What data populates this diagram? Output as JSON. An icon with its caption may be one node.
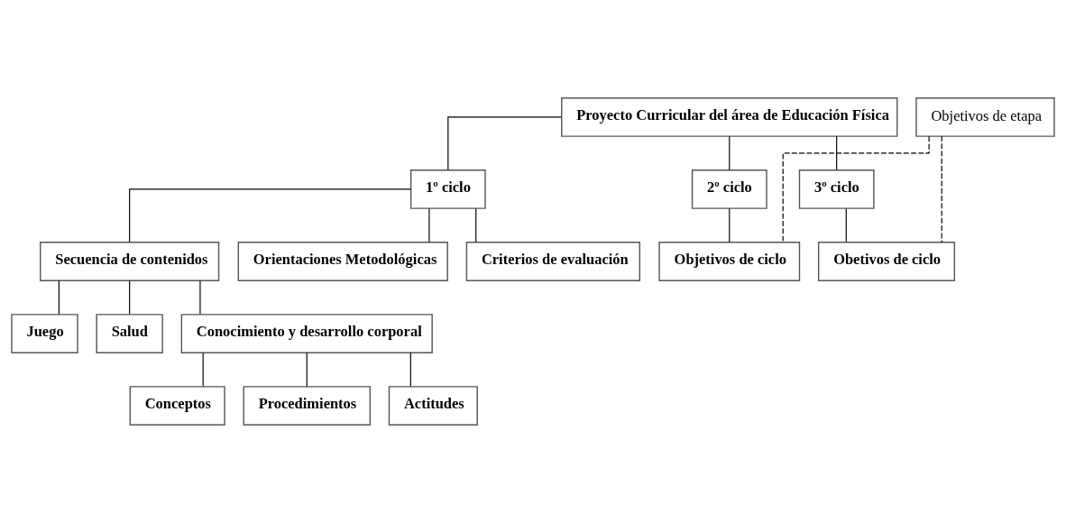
{
  "diagram": {
    "nodes": [
      {
        "text": [
          "Proyecto Curricular del área de Educación Física"
        ]
      },
      {
        "text": [
          "Objetivos de etapa"
        ]
      },
      {
        "text": [
          "1º ciclo"
        ]
      },
      {
        "text": [
          "2º ciclo"
        ]
      },
      {
        "text": [
          "3º ciclo"
        ]
      },
      {
        "text": [
          "Secuencia de contenidos"
        ]
      },
      {
        "text": [
          "Orientaciones Metodológicas"
        ]
      },
      {
        "text": [
          "Criterios de evaluación"
        ]
      },
      {
        "text": [
          "Objetivos de ciclo"
        ]
      },
      {
        "text": [
          "Obetivos de ciclo"
        ]
      },
      {
        "text": [
          "Juego"
        ]
      },
      {
        "text": [
          "Salud"
        ]
      },
      {
        "text": [
          "Conocimiento y desarrollo corporal"
        ]
      },
      {
        "text": [
          "Conceptos"
        ]
      },
      {
        "text": [
          "Procedimientos"
        ]
      },
      {
        "text": [
          "Actitudes"
        ]
      }
    ],
    "edges": [
      {
        "from": 0,
        "to": 2,
        "arrow": "none"
      },
      {
        "from": 0,
        "to": 3,
        "arrow": "none"
      },
      {
        "from": 0,
        "to": 4,
        "arrow": "none"
      },
      {
        "from": 1,
        "to": 8,
        "arrow": "none",
        "style": "dashed"
      },
      {
        "from": 1,
        "to": 9,
        "arrow": "none",
        "style": "dashed"
      },
      {
        "from": 2,
        "to": 5,
        "arrow": "none"
      },
      {
        "from": 2,
        "to": 6,
        "arrow": "none"
      },
      {
        "from": 2,
        "to": 7,
        "arrow": "none"
      },
      {
        "from": 3,
        "to": 8,
        "arrow": "none"
      },
      {
        "from": 4,
        "to": 9,
        "arrow": "none"
      },
      {
        "from": 5,
        "to": 10,
        "arrow": "none"
      },
      {
        "from": 5,
        "to": 11,
        "arrow": "none"
      },
      {
        "from": 5,
        "to": 12,
        "arrow": "none"
      },
      {
        "from": 12,
        "to": 13,
        "arrow": "none"
      },
      {
        "from": 12,
        "to": 14,
        "arrow": "none"
      },
      {
        "from": 12,
        "to": 15,
        "arrow": "none"
      }
    ]
  }
}
